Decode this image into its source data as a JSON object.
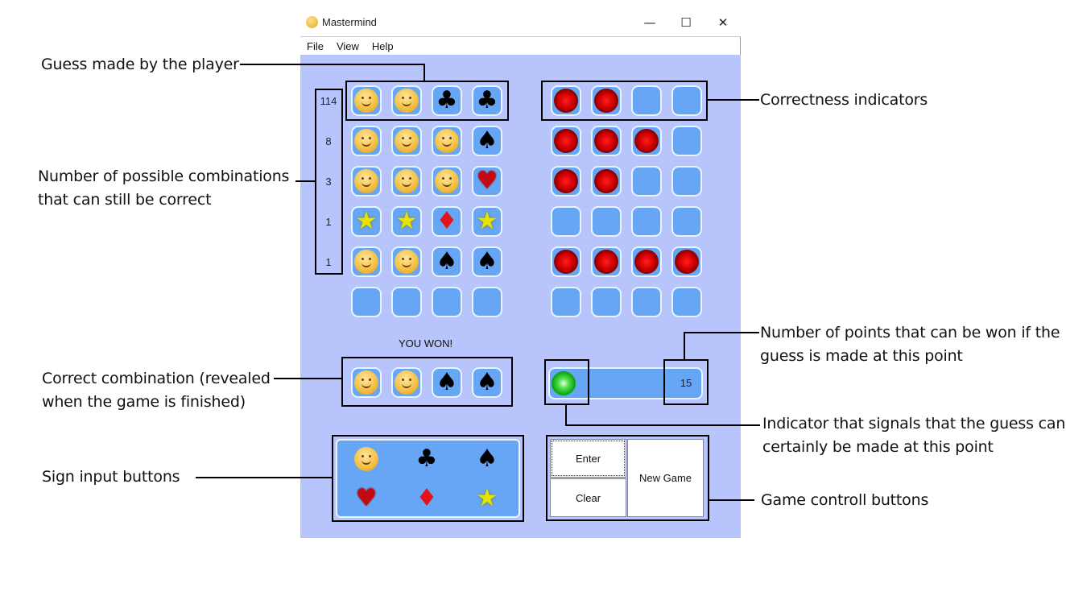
{
  "window": {
    "title": "Mastermind",
    "controls": {
      "minimize": "—",
      "maximize": "☐",
      "close": "✕"
    }
  },
  "menu": [
    "File",
    "View",
    "Help"
  ],
  "board": {
    "guesses": [
      {
        "possible_combinations": "114",
        "signs": [
          "smiley",
          "smiley",
          "club",
          "club"
        ],
        "indicators": [
          "red",
          "red",
          "empty",
          "empty"
        ]
      },
      {
        "possible_combinations": "8",
        "signs": [
          "smiley",
          "smiley",
          "smiley",
          "spade"
        ],
        "indicators": [
          "red",
          "red",
          "red",
          "empty"
        ]
      },
      {
        "possible_combinations": "3",
        "signs": [
          "smiley",
          "smiley",
          "smiley",
          "heart"
        ],
        "indicators": [
          "red",
          "red",
          "empty",
          "empty"
        ]
      },
      {
        "possible_combinations": "1",
        "signs": [
          "star",
          "star",
          "diamond",
          "star"
        ],
        "indicators": [
          "empty",
          "empty",
          "empty",
          "empty"
        ]
      },
      {
        "possible_combinations": "1",
        "signs": [
          "smiley",
          "smiley",
          "spade",
          "spade"
        ],
        "indicators": [
          "red",
          "red",
          "red",
          "red"
        ]
      },
      {
        "possible_combinations": "",
        "signs": [
          "empty",
          "empty",
          "empty",
          "empty"
        ],
        "indicators": [
          "empty",
          "empty",
          "empty",
          "empty"
        ]
      }
    ],
    "status": "YOU WON!",
    "solution": [
      "smiley",
      "smiley",
      "spade",
      "spade"
    ],
    "certainty_indicator": "green",
    "points": "15"
  },
  "sign_buttons": [
    "smiley",
    "club",
    "spade",
    "heart",
    "diamond",
    "star"
  ],
  "controls": {
    "enter": "Enter",
    "clear": "Clear",
    "new_game": "New Game"
  },
  "annotations": {
    "guess": "Guess made by the player",
    "combinations": [
      "Number of possible combinations",
      "that can still be correct"
    ],
    "correctness": "Correctness indicators",
    "points": [
      "Number of points that can be won if the",
      "guess is made at this point"
    ],
    "solution": [
      "Correct combination (revealed",
      "when the game is finished)"
    ],
    "certainty": [
      "Indicator that signals that the guess can",
      "certainly be made at this point"
    ],
    "sign_input": "Sign input buttons",
    "game_controls": "Game controll buttons"
  },
  "colors": {
    "client_bg": "#b8c4fc",
    "cell": "#66a6f5",
    "peg_red": "#d80000",
    "peg_green": "#0a9e0a"
  }
}
